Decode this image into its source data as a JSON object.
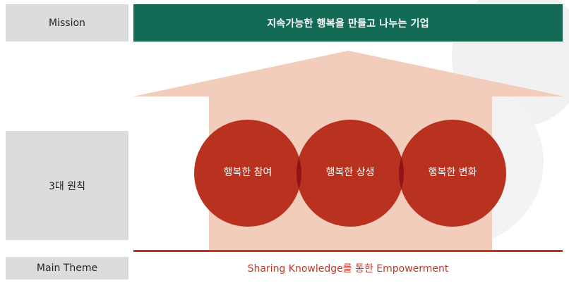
{
  "labels": {
    "mission": "Mission",
    "principles": "3대 원칙",
    "main_theme": "Main Theme"
  },
  "mission_text": "지속가능한 행복을 만들고 나누는 기업",
  "principles": [
    {
      "label": "행복한 참여"
    },
    {
      "label": "행복한 상생"
    },
    {
      "label": "행복한 변화"
    }
  ],
  "main_theme_text": "Sharing Knowledge를 통한 Empowerment",
  "colors": {
    "mission_bar": "#136b56",
    "label_box": "#dcdcdd",
    "house": "#f2cdbb",
    "circle": "#b93220",
    "overlap": "#921418",
    "theme_accent": "#b83a22"
  }
}
